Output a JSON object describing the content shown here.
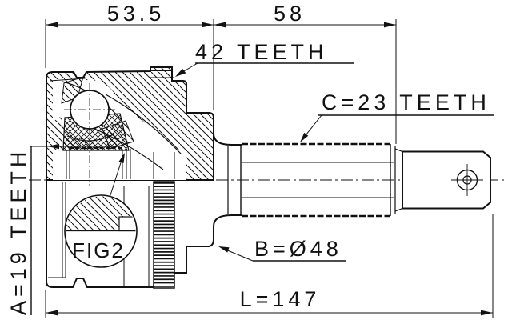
{
  "drawing": {
    "dim_top_left": "53.5",
    "dim_top_right": "58",
    "label_ring_teeth": "42 TEETH",
    "label_shaft_spline": "C=23 TEETH",
    "label_inner_spline": "A=19 TEETH",
    "label_diameter": "B=Ø48",
    "label_detail": "FIG2",
    "dim_total_length": "L=147"
  },
  "colors": {
    "line": "#111111",
    "background": "#ffffff"
  }
}
